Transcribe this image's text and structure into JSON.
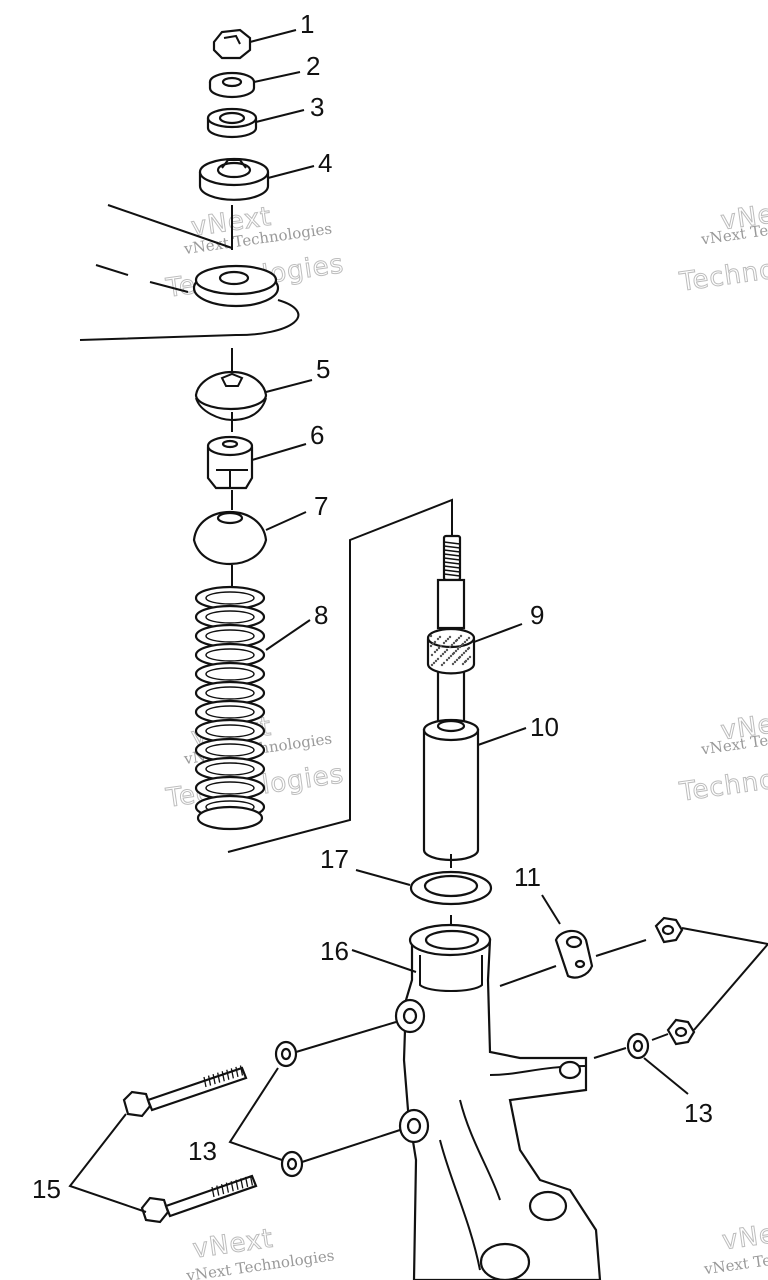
{
  "diagram": {
    "parts": [
      {
        "id": "label-1",
        "text": "1"
      },
      {
        "id": "label-2",
        "text": "2"
      },
      {
        "id": "label-3",
        "text": "3"
      },
      {
        "id": "label-4",
        "text": "4"
      },
      {
        "id": "label-5",
        "text": "5"
      },
      {
        "id": "label-6",
        "text": "6"
      },
      {
        "id": "label-7",
        "text": "7"
      },
      {
        "id": "label-8",
        "text": "8"
      },
      {
        "id": "label-9",
        "text": "9"
      },
      {
        "id": "label-10",
        "text": "10"
      },
      {
        "id": "label-11",
        "text": "11"
      },
      {
        "id": "label-13a",
        "text": "13"
      },
      {
        "id": "label-13b",
        "text": "13"
      },
      {
        "id": "label-15",
        "text": "15"
      },
      {
        "id": "label-16",
        "text": "16"
      },
      {
        "id": "label-17",
        "text": "17"
      }
    ],
    "watermark": {
      "company": "vNext Technologies",
      "line1": "vNext",
      "line2": "Technologies"
    }
  }
}
